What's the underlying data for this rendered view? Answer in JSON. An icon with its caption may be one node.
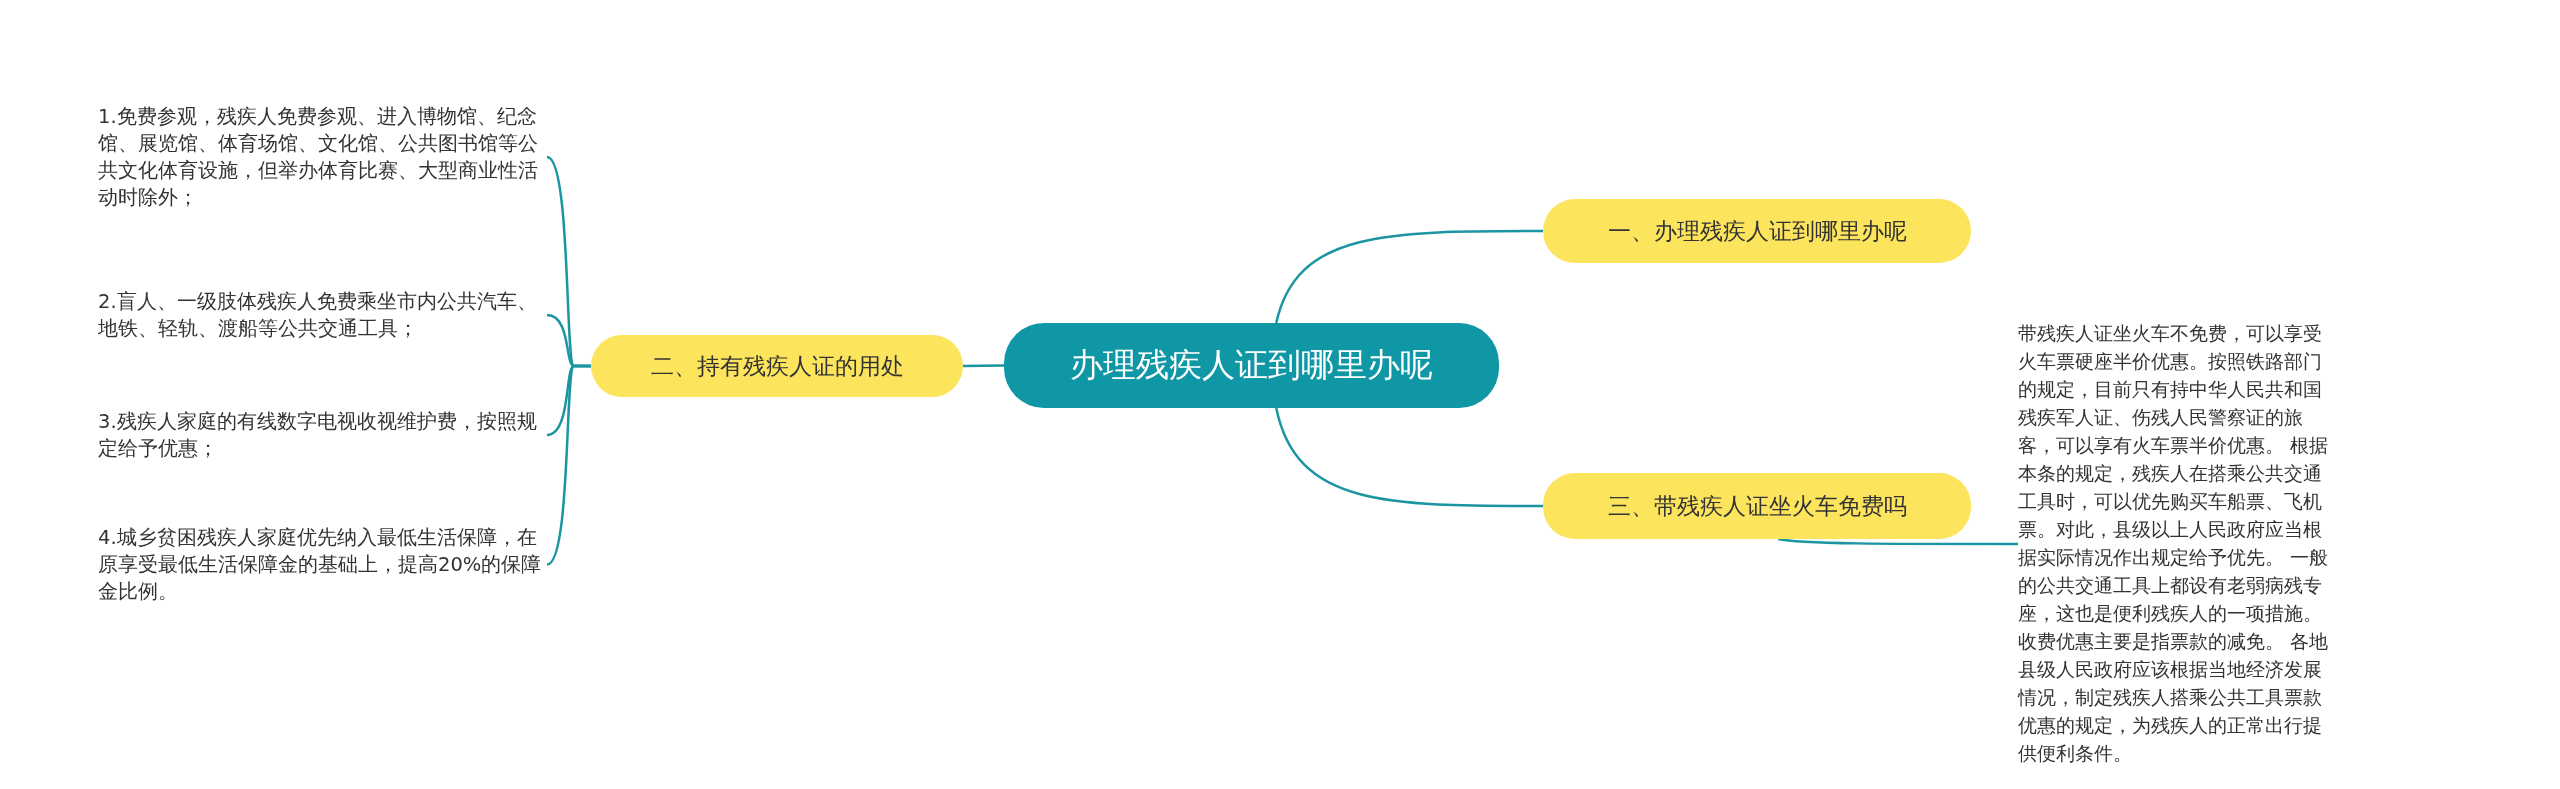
{
  "diagram": {
    "nodes": [
      {
        "text": [
          "办理残疾人证到哪里办呢"
        ]
      },
      {
        "text": [
          "一、办理残疾人证到哪里办呢"
        ]
      },
      {
        "text": [
          "二、持有残疾人证的用处"
        ]
      },
      {
        "text": [
          "三、带残疾人证坐火车免费吗"
        ]
      },
      {
        "text": [
          "1.免费参观，残疾人免费参观、进入博物馆、纪念馆、展览馆、体育场馆、文化馆、公共图书馆等公共文化体育设施，但举办体育比赛、大型商业性活动时除外；"
        ]
      },
      {
        "text": [
          "2.盲人、一级肢体残疾人免费乘坐市内公共汽车、地铁、轻轨、渡船等公共交通工具；"
        ]
      },
      {
        "text": [
          "3.残疾人家庭的有线数字电视收视维护费，按照规定给予优惠；"
        ]
      },
      {
        "text": [
          "4.城乡贫困残疾人家庭优先纳入最低生活保障，在原享受最低生活保障金的基础上，提高20%的保障金比例。"
        ]
      },
      {
        "text": [
          "带残疾人证坐火车不免费，可以享受火车票硬座半价优惠。按照铁路部门的规定，目前只有持中华人民共和国残疾军人证、伤残人民警察证的旅客，可以享有火车票半价优惠。 根据本条的规定，残疾人在搭乘公共交通工具时，可以优先购买车船票、飞机票。对此，县级以上人民政府应当根据实际情况作出规定给予优先。 一般的公共交通工具上都设有老弱病残专座，这也是便利残疾人的一项措施。收费优惠主要是指票款的减免。 各地县级人民政府应该根据当地经济发展情况，制定残疾人搭乘公共工具票款优惠的规定，为残疾人的正常出行提供便利条件。"
        ]
      }
    ],
    "edges": [
      {
        "from": 0,
        "to": 1,
        "arrow": "none"
      },
      {
        "from": 0,
        "to": 2,
        "arrow": "none"
      },
      {
        "from": 0,
        "to": 3,
        "arrow": "none"
      },
      {
        "from": 2,
        "to": 4,
        "arrow": "none"
      },
      {
        "from": 2,
        "to": 5,
        "arrow": "none"
      },
      {
        "from": 2,
        "to": 6,
        "arrow": "none"
      },
      {
        "from": 2,
        "to": 7,
        "arrow": "none"
      },
      {
        "from": 3,
        "to": 8,
        "arrow": "none"
      }
    ]
  }
}
